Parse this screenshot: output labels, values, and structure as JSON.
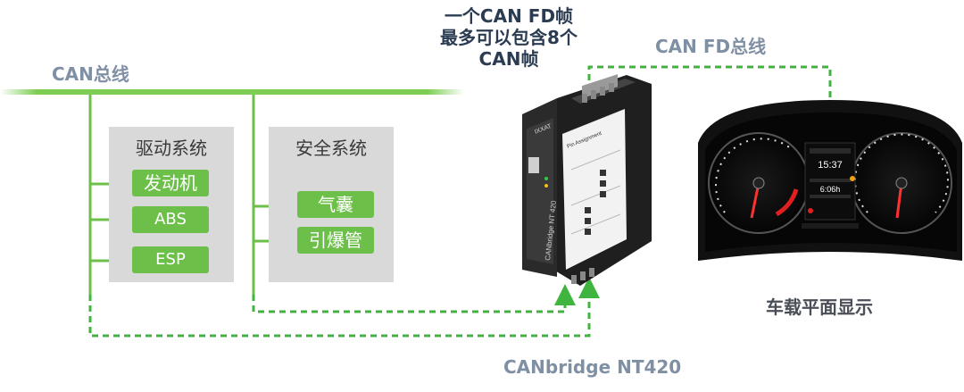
{
  "labels": {
    "can_bus": "CAN总线",
    "can_fd_bus": "CAN FD总线",
    "headline": "一个CAN FD帧最多可以包含8个CAN帧",
    "device_caption": "CANbridge NT420",
    "dashboard_caption": "车载平面显示"
  },
  "drive_system": {
    "title": "驱动系统",
    "nodes": [
      "发动机",
      "ABS",
      "ESP"
    ]
  },
  "safety_system": {
    "title": "安全系统",
    "nodes": [
      "气囊",
      "引爆管"
    ]
  },
  "device_print": {
    "brand": "IXXAT",
    "model": "CANbridge NT 420",
    "pin_assignment": "Pin Assignment"
  },
  "cluster_readout": {
    "time": "15:37",
    "distance": "6:06h"
  },
  "colors": {
    "green": "#6cc04a",
    "bus_green": "#7ccd52",
    "label_gray": "#8090a4",
    "box_gray": "#d9d9d9"
  }
}
